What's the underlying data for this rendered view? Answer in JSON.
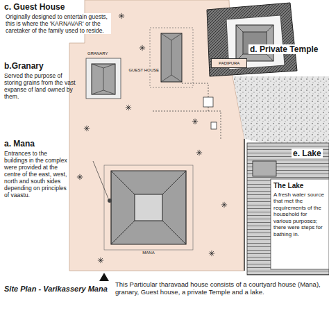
{
  "diagram": {
    "title": "Site Plan - Varikassery Mana",
    "caption": "This Particular tharavaad house consists of a courtyard house (Mana), granary, Guest house, a private Temple and a lake.",
    "nodes": [
      {
        "text": [
          "GUEST HOUSE"
        ]
      },
      {
        "text": [
          "GRANARY"
        ]
      },
      {
        "text": [
          "MANA"
        ]
      },
      {
        "text": [
          "PADIPURA"
        ]
      }
    ],
    "labels": [
      "c. Guest House",
      "Originally designed to entertain guests, this is where the 'KARNAVAR' or the caretaker of the family used to reside.",
      "b.Granary",
      "Served the purpose of storing grains from the vast expanse of land owned by them.",
      "a. Mana",
      "Entrances to the buildings in the complex were provided at the centre of the east, west, north and south sides depending on principles of vaastu.",
      "d. Private Temple",
      "e. Lake",
      "The Lake",
      "A fresh water source that met the requirements of the household for various purposes; there were steps for bathing in."
    ]
  }
}
